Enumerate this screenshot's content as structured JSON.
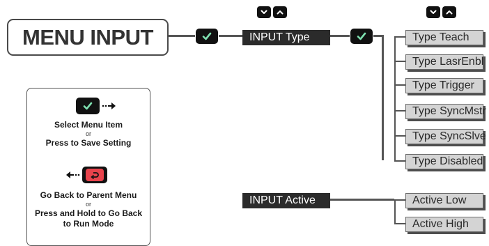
{
  "title": "MENU INPUT",
  "nodes": {
    "input_type": "INPUT Type",
    "input_active": "INPUT Active"
  },
  "type_options": [
    "Type Teach",
    "Type LasrEnbl",
    "Type Trigger",
    "Type SyncMstr",
    "Type SyncSlve",
    "Type Disabled"
  ],
  "active_options": [
    "Active Low",
    "Active High"
  ],
  "legend": {
    "select_line": "Select Menu Item",
    "or1": "or",
    "save_line": "Press to Save Setting",
    "back_line": "Go Back to Parent Menu",
    "or2": "or",
    "hold_line1": "Press and Hold to Go Back",
    "hold_line2": "to Run Mode"
  },
  "icons": {
    "enter": "check-icon",
    "down": "chevron-down-icon",
    "up": "chevron-up-icon",
    "back": "back-arrow-icon"
  },
  "colors": {
    "check": "#7ee0b0",
    "back_button": "#e8434c",
    "option_fill": "#d4d4d4",
    "dark_box": "#2b2b2b"
  }
}
